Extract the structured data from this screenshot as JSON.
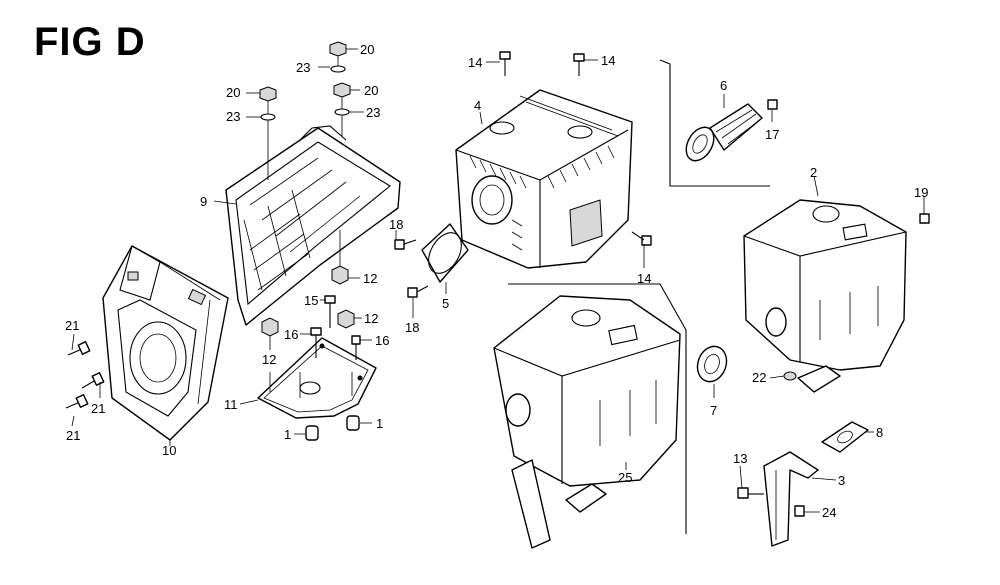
{
  "figure": {
    "title": "FIG D"
  },
  "callouts": [
    {
      "id": "c20a",
      "text": "20"
    },
    {
      "id": "c23a",
      "text": "23"
    },
    {
      "id": "c20b",
      "text": "20"
    },
    {
      "id": "c20c",
      "text": "20"
    },
    {
      "id": "c23b",
      "text": "23"
    },
    {
      "id": "c23c",
      "text": "23"
    },
    {
      "id": "c9",
      "text": "9"
    },
    {
      "id": "c14a",
      "text": "14"
    },
    {
      "id": "c14b",
      "text": "14"
    },
    {
      "id": "c4",
      "text": "4"
    },
    {
      "id": "c6",
      "text": "6"
    },
    {
      "id": "c17",
      "text": "17"
    },
    {
      "id": "c2",
      "text": "2"
    },
    {
      "id": "c19",
      "text": "19"
    },
    {
      "id": "c18a",
      "text": "18"
    },
    {
      "id": "c14c",
      "text": "14"
    },
    {
      "id": "c12a",
      "text": "12"
    },
    {
      "id": "c15",
      "text": "15"
    },
    {
      "id": "c12b",
      "text": "12"
    },
    {
      "id": "c5",
      "text": "5"
    },
    {
      "id": "c18b",
      "text": "18"
    },
    {
      "id": "c21a",
      "text": "21"
    },
    {
      "id": "c16a",
      "text": "16"
    },
    {
      "id": "c16b",
      "text": "16"
    },
    {
      "id": "c12c",
      "text": "12"
    },
    {
      "id": "c21b",
      "text": "21"
    },
    {
      "id": "c22",
      "text": "22"
    },
    {
      "id": "c7",
      "text": "7"
    },
    {
      "id": "c11",
      "text": "11"
    },
    {
      "id": "c21c",
      "text": "21"
    },
    {
      "id": "c1a",
      "text": "1"
    },
    {
      "id": "c1b",
      "text": "1"
    },
    {
      "id": "c8",
      "text": "8"
    },
    {
      "id": "c10",
      "text": "10"
    },
    {
      "id": "c13",
      "text": "13"
    },
    {
      "id": "c25",
      "text": "25"
    },
    {
      "id": "c3",
      "text": "3"
    },
    {
      "id": "c24",
      "text": "24"
    }
  ]
}
